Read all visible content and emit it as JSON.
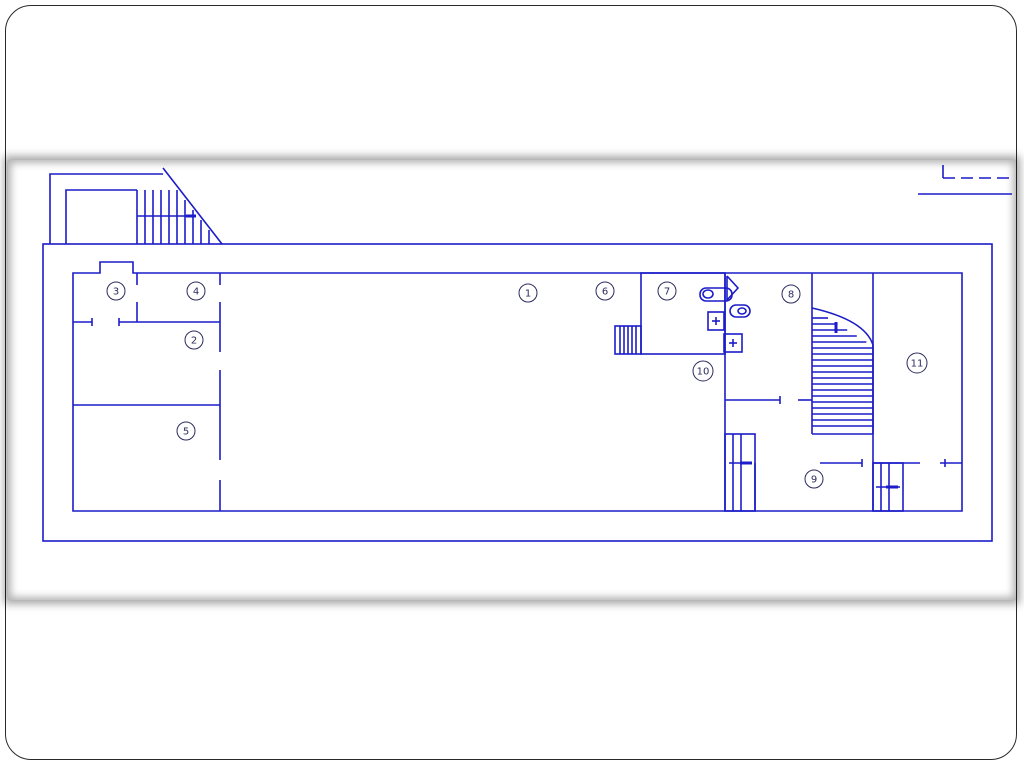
{
  "colors": {
    "line": "#1c1cc8",
    "label": "#2b2b5e",
    "frame": "#2a2a2a"
  },
  "rooms": [
    {
      "number": "1"
    },
    {
      "number": "2"
    },
    {
      "number": "3"
    },
    {
      "number": "4"
    },
    {
      "number": "5"
    },
    {
      "number": "6"
    },
    {
      "number": "7"
    },
    {
      "number": "8"
    },
    {
      "number": "9"
    },
    {
      "number": "10"
    },
    {
      "number": "11"
    }
  ]
}
